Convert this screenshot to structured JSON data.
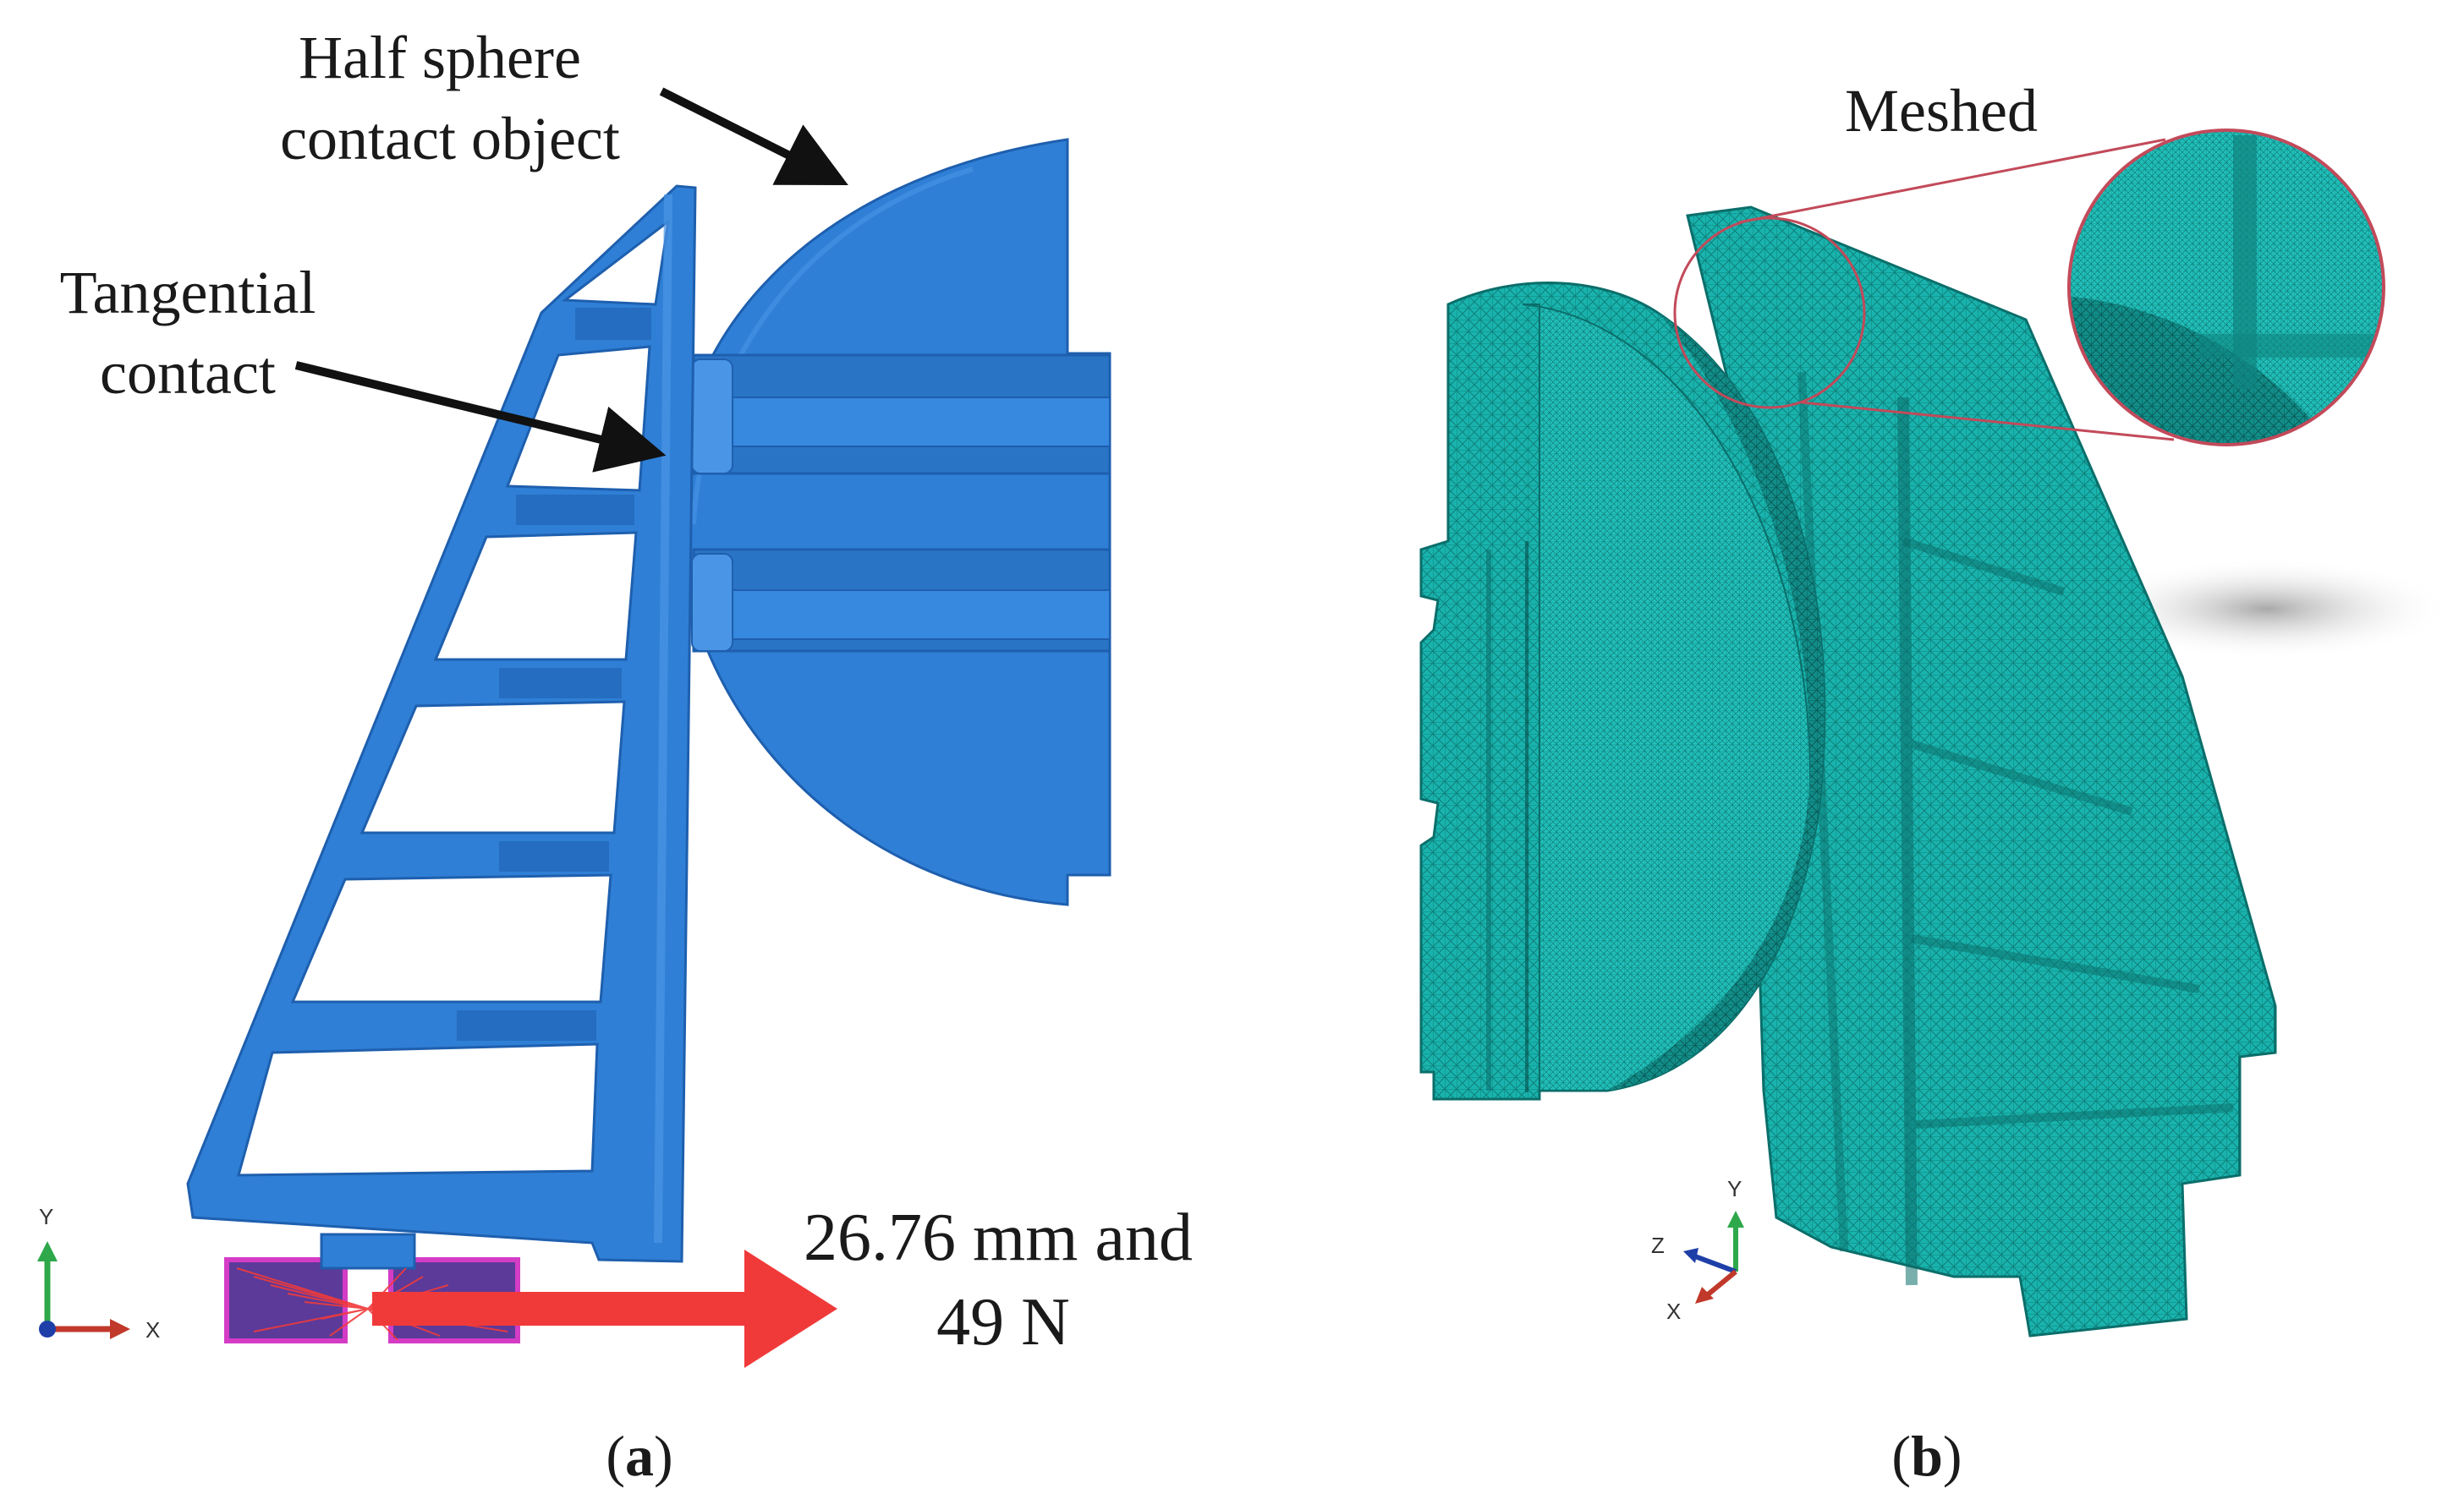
{
  "panel_a": {
    "annotation_half_sphere_line1": "Half sphere",
    "annotation_half_sphere_line2": "contact object",
    "annotation_tangential_line1": "Tangential",
    "annotation_tangential_line2": "contact",
    "load_label_line1": "26.76 mm and",
    "load_label_line2": "49 N",
    "triad": {
      "y_label": "Y",
      "x_label": "X"
    },
    "caption_open": "(",
    "caption_letter": "a",
    "caption_close": ")"
  },
  "panel_b": {
    "annotation_meshed": "Meshed",
    "triad": {
      "y_label": "Y",
      "z_label": "Z",
      "x_label": "X"
    },
    "caption_open": "(",
    "caption_letter": "b",
    "caption_close": ")"
  },
  "colors": {
    "part_blue": "#2f7fd6",
    "part_blue_dark": "#1e5fae",
    "part_blue_light": "#4a95e6",
    "mesh_teal": "#19b3ad",
    "mesh_teal_dark": "#0f8580",
    "load_arrow_red": "#f03a3a",
    "constraint_magenta": "#d43cc6",
    "zoom_circle": "#c24a5a",
    "annotation_arrow": "#111111"
  }
}
